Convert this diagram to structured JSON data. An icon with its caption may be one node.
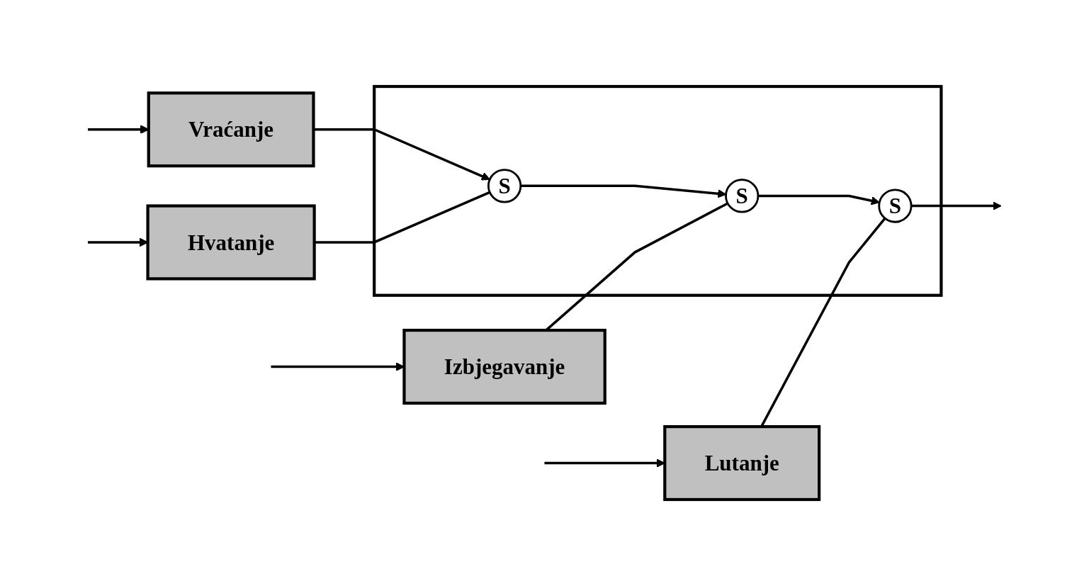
{
  "diagram": {
    "nodes": [
      {
        "text": [
          "Vraćanje"
        ]
      },
      {
        "text": [
          "Hvatanje"
        ]
      },
      {
        "text": [
          "Izbjegavanje"
        ]
      },
      {
        "text": [
          "Lutanje"
        ]
      },
      {
        "text": [],
        "shape": "box"
      },
      {
        "text": [
          "S"
        ],
        "in": 4
      },
      {
        "text": [
          "S"
        ],
        "in": 4
      },
      {
        "text": [
          "S"
        ],
        "in": 4
      }
    ],
    "edges": [
      {
        "from": null,
        "to": 0,
        "arrow": "to"
      },
      {
        "from": null,
        "to": 1,
        "arrow": "to"
      },
      {
        "from": null,
        "to": 2,
        "arrow": "to"
      },
      {
        "from": null,
        "to": 3,
        "arrow": "to"
      },
      {
        "from": 0,
        "to": 5,
        "arrow": "to"
      },
      {
        "from": 1,
        "to": 5,
        "arrow": "none"
      },
      {
        "from": 5,
        "to": 6,
        "arrow": "to"
      },
      {
        "from": 2,
        "to": 6,
        "arrow": "none"
      },
      {
        "from": 6,
        "to": 7,
        "arrow": "to"
      },
      {
        "from": 3,
        "to": 7,
        "arrow": "none"
      },
      {
        "from": 7,
        "to": null,
        "arrow": "to"
      }
    ]
  }
}
